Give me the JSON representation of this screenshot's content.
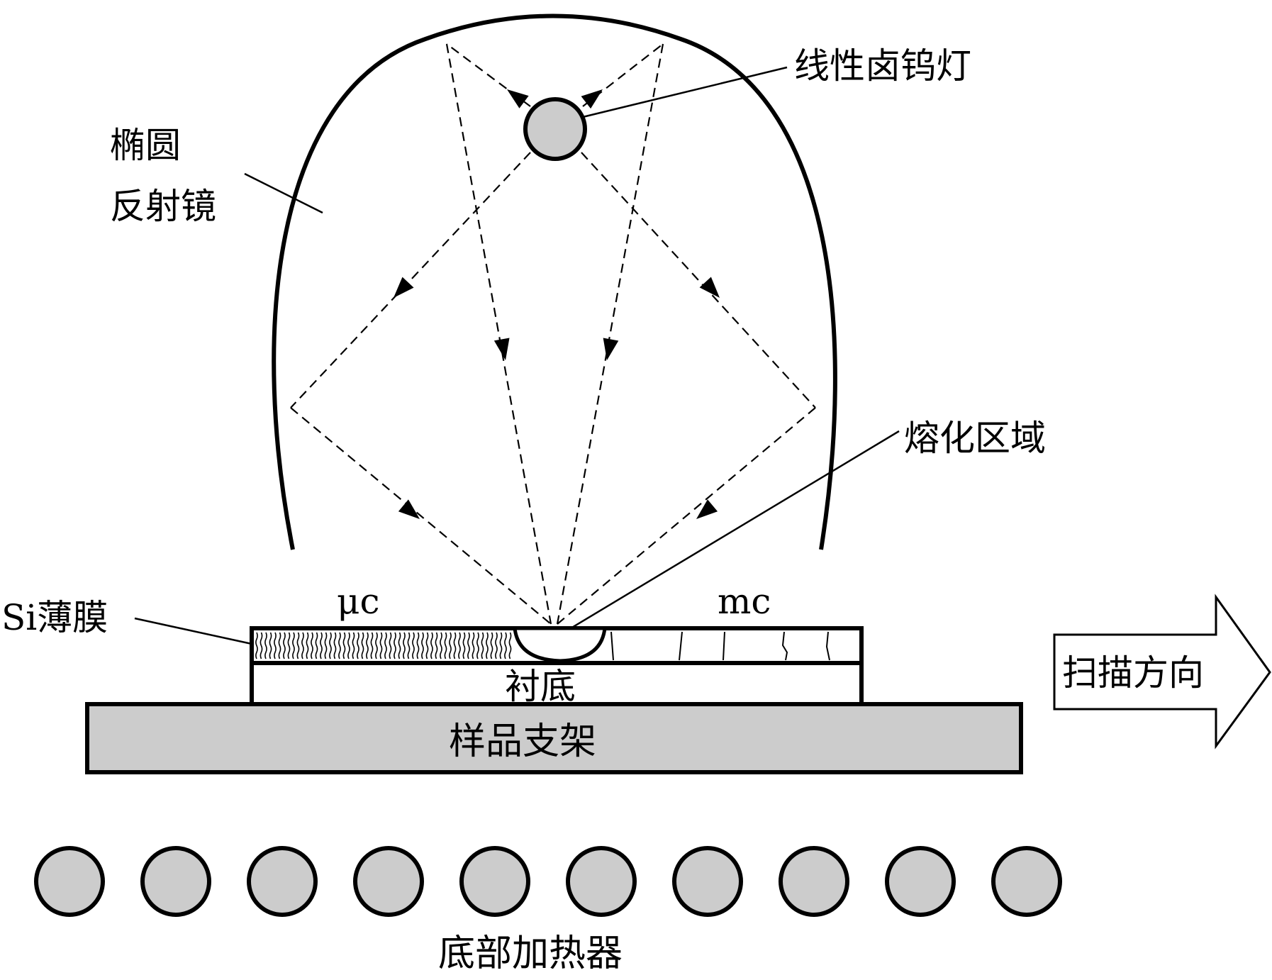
{
  "labels": {
    "reflector": [
      "椭圆",
      "反射镜"
    ],
    "lamp": "线性卤钨灯",
    "melt_zone": "熔化区域",
    "si_film": "Si薄膜",
    "microcrystal": "μc",
    "multicrystal": "mc",
    "substrate": "衬底",
    "holder": "样品支架",
    "scan_direction": "扫描方向",
    "bottom_heater": "底部加热器"
  },
  "heaters": {
    "count": 10
  },
  "colors": {
    "fill_grey": "#cccccc",
    "stroke": "#000000",
    "background": "#ffffff"
  }
}
